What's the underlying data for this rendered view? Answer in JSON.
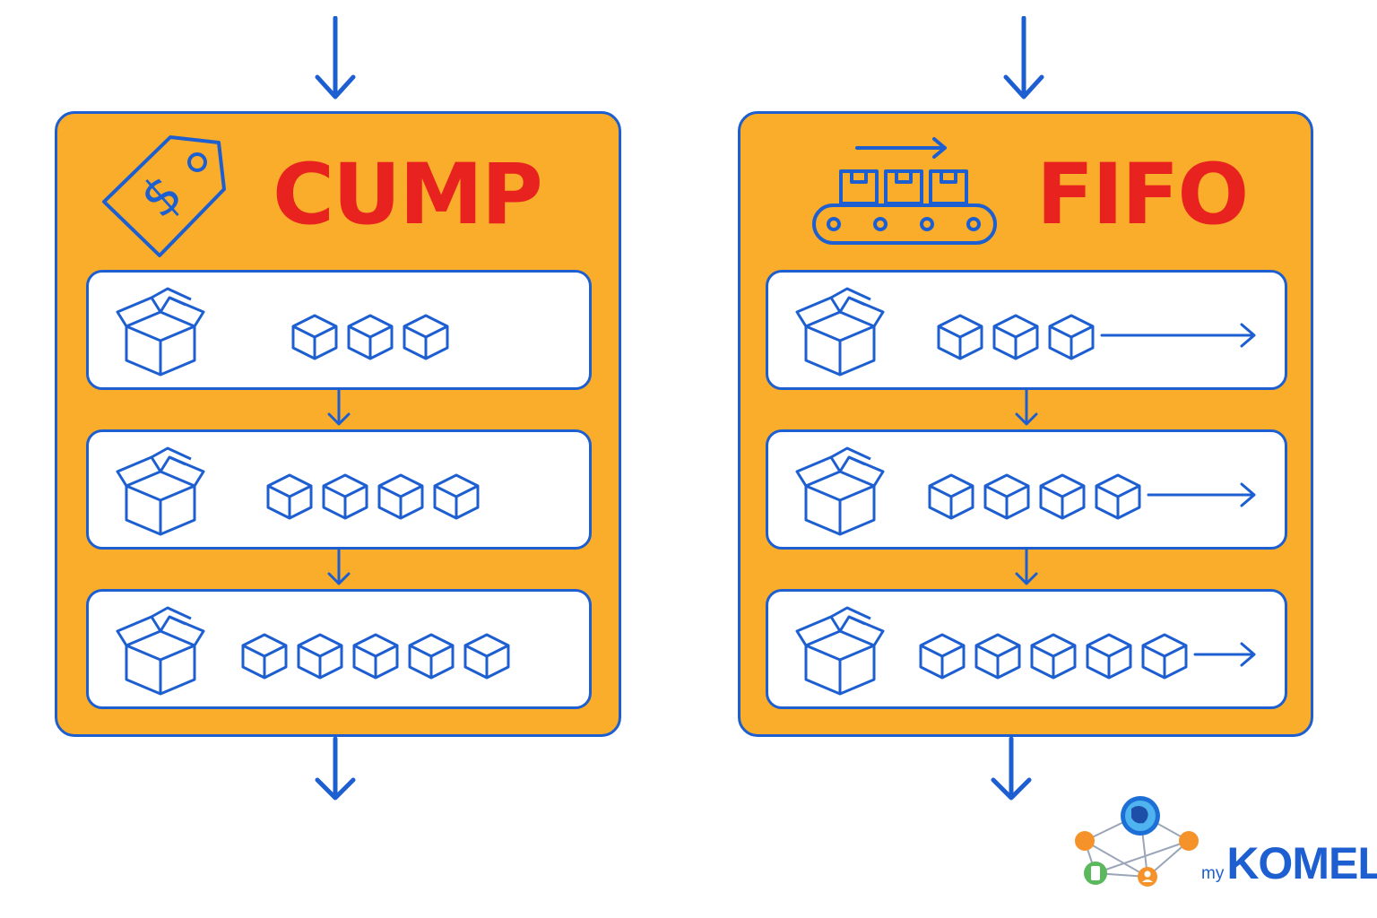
{
  "panels": [
    {
      "id": "cump",
      "title": "CUMP",
      "title_icon": "price-tag-icon",
      "rows": [
        {
          "unit_count": 3,
          "exit_arrow": false
        },
        {
          "unit_count": 4,
          "exit_arrow": false
        },
        {
          "unit_count": 5,
          "exit_arrow": false
        }
      ]
    },
    {
      "id": "fifo",
      "title": "FIFO",
      "title_icon": "conveyor-belt-icon",
      "rows": [
        {
          "unit_count": 3,
          "exit_arrow": true
        },
        {
          "unit_count": 4,
          "exit_arrow": true
        },
        {
          "unit_count": 5,
          "exit_arrow": true
        }
      ]
    }
  ],
  "icons": {
    "row_container": "open-box-icon",
    "row_unit": "cube-icon",
    "flow": "arrow-down-icon",
    "exit": "arrow-right-icon"
  },
  "logo": {
    "prefix": "my",
    "name": "KOMELA"
  },
  "colors": {
    "panel": "#F9AD2A",
    "outline": "#1D5FD1",
    "title": "#E8231F",
    "row_background": "#FFFFFF"
  }
}
